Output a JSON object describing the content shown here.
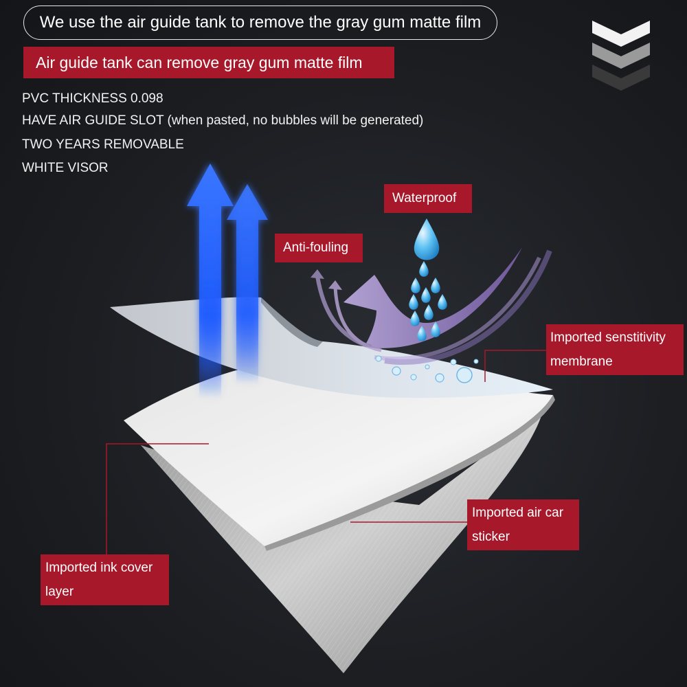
{
  "header": {
    "pill_text": "We use the air guide tank to remove the gray gum matte film",
    "red_title": "Air guide tank can remove gray gum matte film"
  },
  "specs": [
    "PVC THICKNESS 0.098",
    "HAVE AIR GUIDE SLOT (when pasted, no bubbles will be generated)",
    "TWO YEARS REMOVABLE",
    "WHITE VISOR"
  ],
  "labels": {
    "waterproof": "Waterproof",
    "anti_fouling": "Anti-fouling",
    "sensitivity_line1": "Imported senstitivity",
    "sensitivity_line2": "membrane",
    "air_car_line1": "Imported air car",
    "air_car_line2": "sticker",
    "ink_line1": "Imported ink cover",
    "ink_line2": "layer"
  },
  "colors": {
    "accent_red": "#a6182a",
    "arrow_blue": "#1e5bff",
    "purple": "#a68fd0",
    "water": "#3aa6e6"
  },
  "icons": {
    "logo": "chevron-stack-logo",
    "drops": "water-drop-icon"
  }
}
